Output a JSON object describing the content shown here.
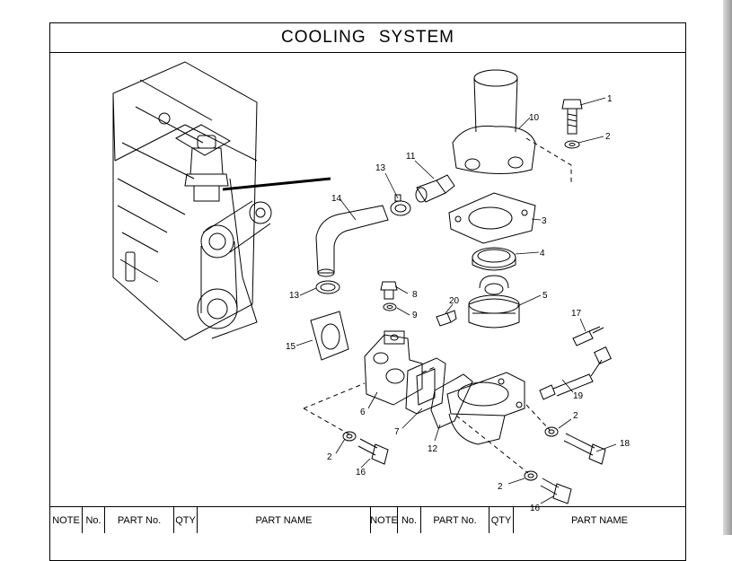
{
  "title": "COOLING   SYSTEM",
  "table_headers": [
    "NOTE",
    "No.",
    "PART No.",
    "QTY",
    "PART NAME",
    "NOTE",
    "No.",
    "PART No.",
    "QTY",
    "PART NAME"
  ],
  "callouts": {
    "c1": "1",
    "c2a": "2",
    "c10": "10",
    "c11": "11",
    "c13a": "13",
    "c14": "14",
    "c3": "3",
    "c4": "4",
    "c5": "5",
    "c8": "8",
    "c9": "9",
    "c20": "20",
    "c13b": "13",
    "c15": "15",
    "c17": "17",
    "c6": "6",
    "c7": "7",
    "c19": "19",
    "c2b": "2",
    "c12": "12",
    "c18": "18",
    "c2c": "2",
    "c16a": "16",
    "c2d": "2",
    "c16b": "16"
  }
}
